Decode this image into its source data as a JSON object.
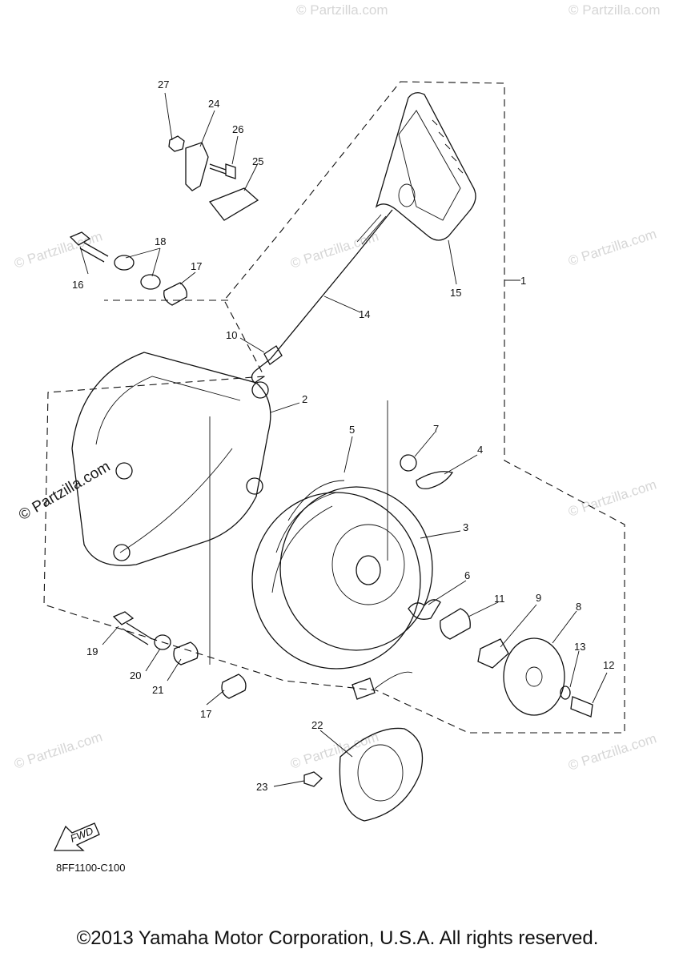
{
  "diagram": {
    "drawing_code": "8FF1100-C100",
    "fwd_label": "FWD",
    "copyright": "©2013 Yamaha Motor Corporation, U.S.A. All rights reserved.",
    "watermark_small": "© Partzilla.com",
    "watermark_large": "© Partzilla.com",
    "callouts": {
      "c1": "1",
      "c2": "2",
      "c3": "3",
      "c4": "4",
      "c5": "5",
      "c6": "6",
      "c7": "7",
      "c8": "8",
      "c9": "9",
      "c10": "10",
      "c11": "11",
      "c12": "12",
      "c13": "13",
      "c14": "14",
      "c15": "15",
      "c16": "16",
      "c17a": "17",
      "c17b": "17",
      "c18": "18",
      "c19": "19",
      "c20": "20",
      "c21": "21",
      "c22": "22",
      "c23": "23",
      "c24": "24",
      "c25": "25",
      "c26": "26",
      "c27": "27"
    }
  }
}
